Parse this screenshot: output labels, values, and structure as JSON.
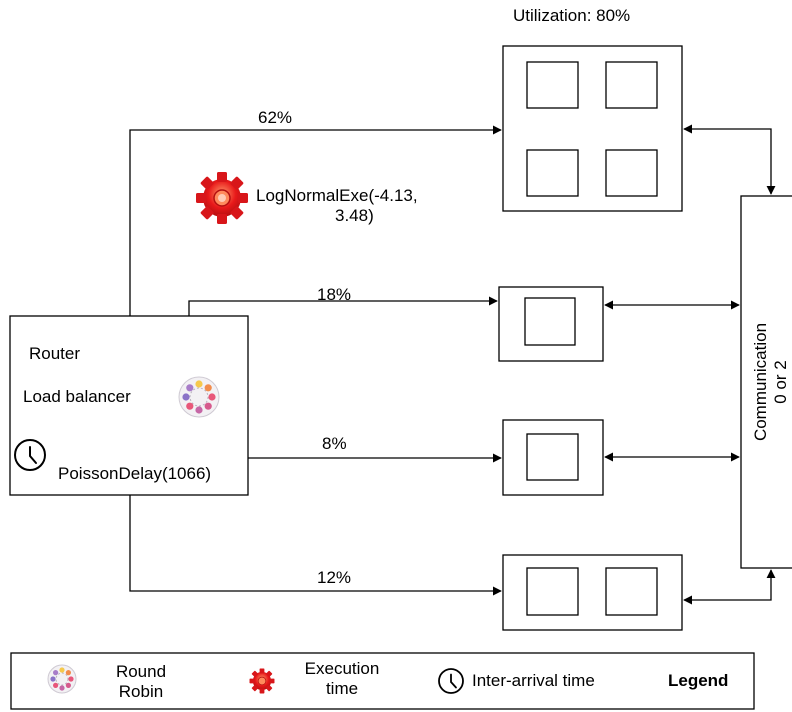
{
  "utilization_label": "Utilization: 80%",
  "router": {
    "title": "Router",
    "load_balancer_label": "Load balancer",
    "delay_label": "PoissonDelay(1066)"
  },
  "execution": {
    "line1": "LogNormalExe(-4.13,",
    "line2": "3.48)"
  },
  "routes": [
    {
      "percent": "62%",
      "cores": 4
    },
    {
      "percent": "18%",
      "cores": 1
    },
    {
      "percent": "8%",
      "cores": 1
    },
    {
      "percent": "12%",
      "cores": 2
    }
  ],
  "communication": {
    "line1": "Communication",
    "line2": "0 or 2"
  },
  "legend": {
    "round_robin_line1": "Round",
    "round_robin_line2": "Robin",
    "execution_line1": "Execution",
    "execution_line2": "time",
    "inter_arrival": "Inter-arrival time",
    "title": "Legend"
  },
  "icons": {
    "round_robin": "round-robin-icon",
    "execution": "gear-icon",
    "inter_arrival": "clock-icon"
  },
  "colors": {
    "gear": "#e8191a",
    "gear_highlight": "#ff7a4a",
    "rr_dots": [
      "#f6c94c",
      "#f28c4b",
      "#e8577a",
      "#c667a6",
      "#8b73c8",
      "#f0a35b",
      "#d65a8d",
      "#a87cc9"
    ]
  }
}
